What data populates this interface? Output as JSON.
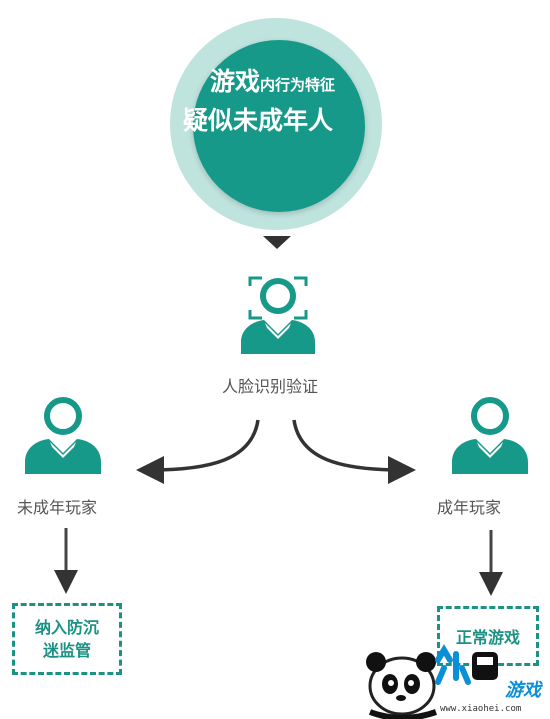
{
  "title": {
    "line1_big": "游戏",
    "line1_small": "内行为特征",
    "line2_small": "疑似",
    "line2_big": "未成年人"
  },
  "face_verification": "人脸识别验证",
  "minor": {
    "label": "未成年玩家",
    "result_line1": "纳入防沉",
    "result_line2": "迷监管"
  },
  "adult": {
    "label": "成年玩家",
    "result": "正常游戏"
  },
  "watermark": {
    "logo_text": "小黑游戏",
    "display_text": "游戏",
    "url": "www.xiaohei.com"
  },
  "colors": {
    "teal": "#17998a",
    "teal_light": "#bfe3dd",
    "teal_dashed": "#1b9284",
    "arrow": "#333333",
    "text": "#555555"
  }
}
